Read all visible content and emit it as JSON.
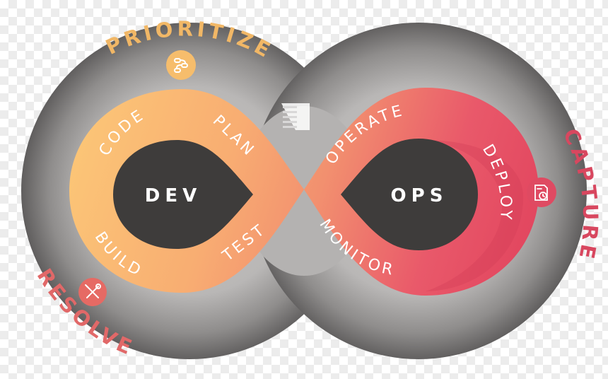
{
  "diagram": {
    "core": {
      "dev": "DEV",
      "ops": "OPS"
    },
    "ring_labels": {
      "code": "CODE",
      "plan": "PLAN",
      "build": "BUILD",
      "test": "TEST",
      "operate": "OPERATE",
      "deploy": "DEPLOY",
      "monitor": "MONITOR"
    },
    "outer_labels": {
      "prioritize": "PRIORITIZE",
      "capture": "CAPTURE",
      "resolve": "RESOLVE"
    },
    "icons": {
      "prioritize": "steps-icon",
      "capture": "document-clock-icon",
      "resolve": "wrench-screwdriver-icon",
      "center": "logo-icon"
    },
    "colors": {
      "shell_dark": "#5a5858",
      "shell_light": "#c9c7c6",
      "loop_yellow": "#fcc877",
      "loop_orange": "#f2906f",
      "loop_pink": "#e2465f",
      "core": "#3e3c3b",
      "prioritize": "#f1b766",
      "capture": "#d8475f",
      "resolve": "#e16868"
    }
  }
}
